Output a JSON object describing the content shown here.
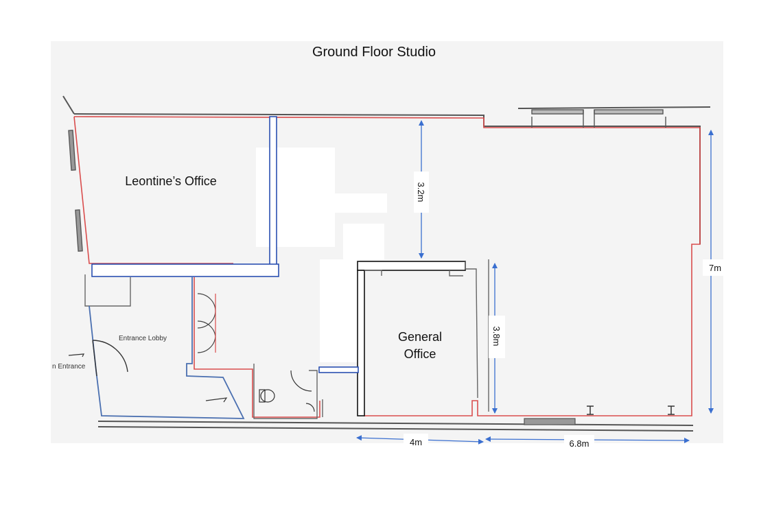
{
  "plan": {
    "title": "Ground Floor Studio",
    "rooms": {
      "leontine_office": "Leontine’s Office",
      "general_office_line1": "General",
      "general_office_line2": "Office",
      "entrance_lobby": "Entrance Lobby",
      "entrance": "n Entrance"
    },
    "dimensions": {
      "top_gap": "3.2m",
      "general_height": "3.8m",
      "total_height": "7m",
      "general_width": "4m",
      "main_width": "6.8m"
    },
    "colors": {
      "background_sheet": "#f4f4f4",
      "wall_outline": "#d94c4c",
      "original_wall": "#555555",
      "new_partition": "#2a4fb0",
      "dimension_arrow": "#3a6fd0",
      "lobby_wall": "#4a6fb0"
    }
  }
}
